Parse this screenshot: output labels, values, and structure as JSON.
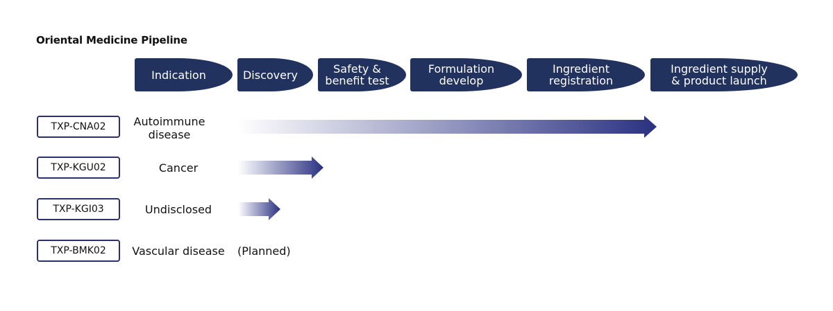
{
  "title": "Oriental Medicine Pipeline",
  "colors": {
    "stage_fill": "#22325f",
    "arrow_end": "#2a3181",
    "arrow_start": "#ffffff",
    "code_border": "#2a2f6e"
  },
  "stages": [
    {
      "label": "Indication"
    },
    {
      "label": "Discovery"
    },
    {
      "label": "Safety &\nbenefit test"
    },
    {
      "label": "Formulation\ndevelop"
    },
    {
      "label": "Ingredient\nregistration"
    },
    {
      "label": "Ingredient supply\n& product launch"
    }
  ],
  "pipeline": [
    {
      "code": "TXP-CNA02",
      "indication": "Autoimmune\ndisease",
      "reached_stage": "Ingredient registration",
      "progress_stage_index": 4,
      "status": ""
    },
    {
      "code": "TXP-KGU02",
      "indication": "Cancer",
      "reached_stage": "Discovery",
      "progress_stage_index": 1,
      "status": ""
    },
    {
      "code": "TXP-KGI03",
      "indication": "Undisclosed",
      "reached_stage": "Discovery (partial)",
      "progress_stage_index": 0.5,
      "status": ""
    },
    {
      "code": "TXP-BMK02",
      "indication": "Vascular disease",
      "reached_stage": "",
      "progress_stage_index": 0,
      "status": "(Planned)"
    }
  ]
}
